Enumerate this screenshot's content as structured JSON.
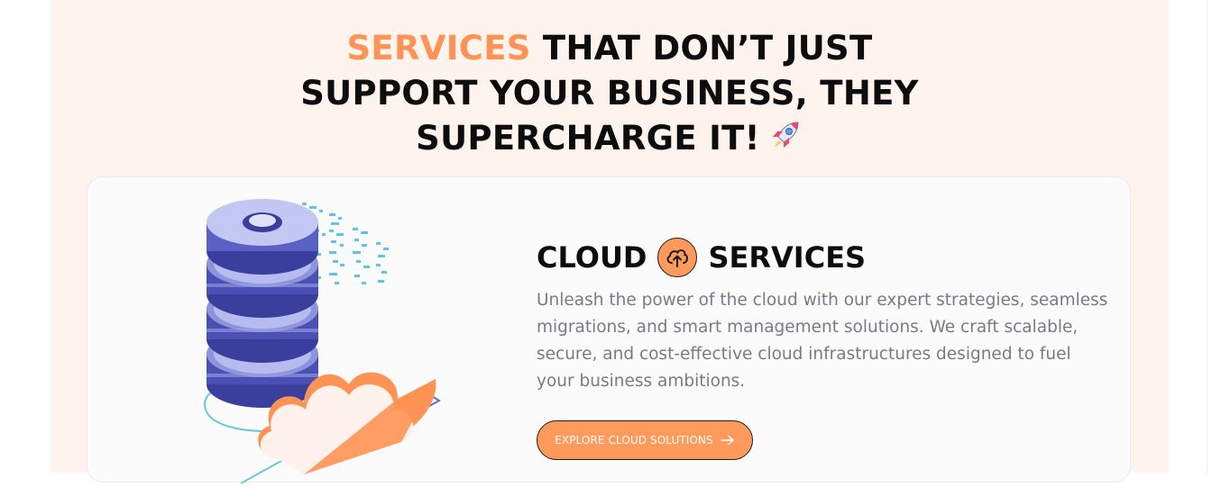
{
  "heading": {
    "accent": "SERVICES",
    "line1_rest": " THAT DON’T JUST",
    "line2": "SUPPORT YOUR BUSINESS, THEY",
    "line3": "SUPERCHARGE IT!",
    "emoji_icon": "rocket-icon"
  },
  "service_card": {
    "title_left": "CLOUD",
    "title_icon": "cloud-upload-icon",
    "title_right": "SERVICES",
    "description": "Unleash the power of the cloud with our expert strategies, seamless migrations, and smart management solutions. We craft scalable, secure, and cost-effective cloud infrastructures designed to fuel your business ambitions.",
    "button_label": "EXPLORE CLOUD SOLUTIONS",
    "button_icon": "arrow-right-icon",
    "illustration_icon": "cloud-database-illustration"
  },
  "colors": {
    "accent": "#ff9355",
    "section_bg": "#fff3ee",
    "card_bg": "#fbfbfc",
    "text_dark": "#0d0d0d",
    "text_muted": "#767b86"
  }
}
